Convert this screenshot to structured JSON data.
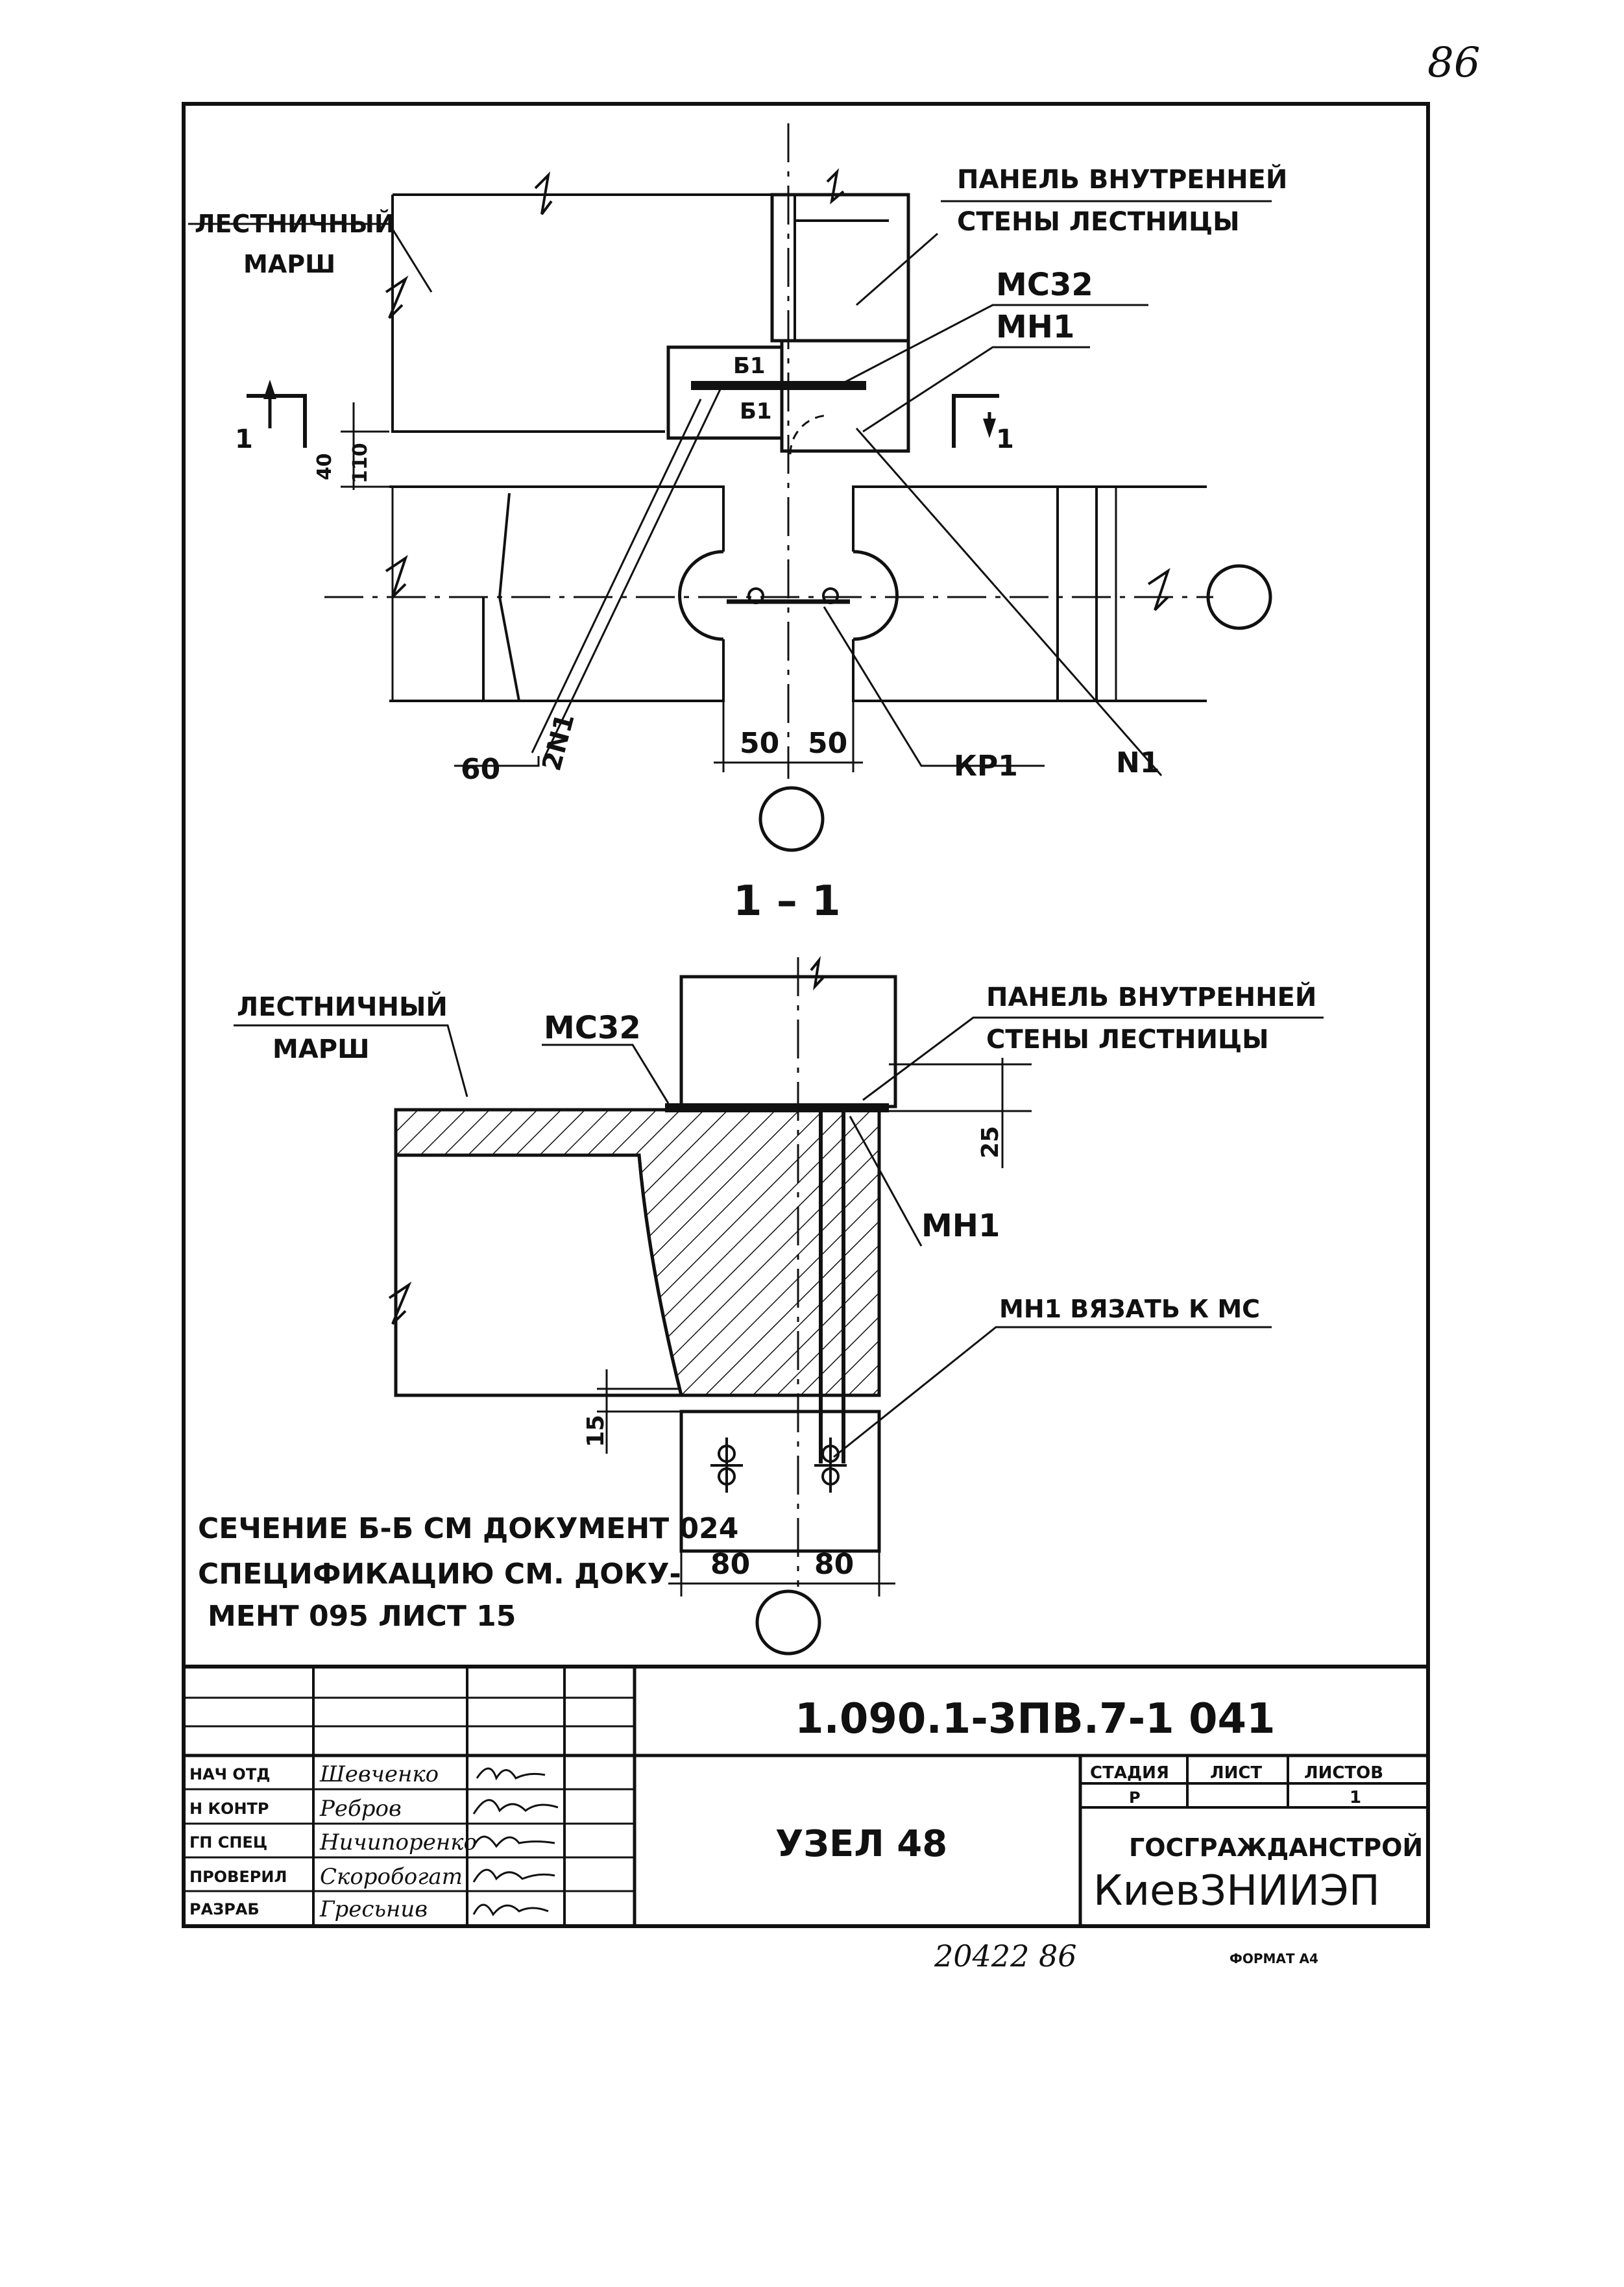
{
  "page": {
    "corner_mark": "86",
    "bottom_code": "20422  86",
    "format": "ФОРМАТ А4"
  },
  "plan": {
    "stair_flight": [
      "ЛЕСТНИЧНЫЙ",
      "МАРШ"
    ],
    "wall_panel": [
      "ПАНЕЛЬ ВНУТРЕННЕЙ",
      "СТЕНЫ ЛЕСТНИЦЫ"
    ],
    "mc": "МС32",
    "mn": "МН1",
    "b1_top": "Б1",
    "b1_bottom": "Б1",
    "section_mark": "1",
    "dim_40": "40",
    "dim_110": "110",
    "dim_50_left": "50",
    "dim_50_right": "50",
    "dim_60": "60",
    "label_2n1": "2N1",
    "label_kr1": "КР1",
    "label_n1": "N1"
  },
  "section": {
    "title": "1 – 1",
    "stair_flight": [
      "ЛЕСТНИЧНЫЙ",
      "МАРШ"
    ],
    "mc": "МС32",
    "wall_panel": [
      "ПАНЕЛЬ ВНУТРЕННЕЙ",
      "СТЕНЫ ЛЕСТНИЦЫ"
    ],
    "dim_25": "25",
    "mn": "МН1",
    "mn_note": "МН1 ВЯЗАТЬ К МС",
    "dim_15": "15",
    "dim_80_left": "80",
    "dim_80_right": "80"
  },
  "notes": [
    "СЕЧЕНИЕ Б-Б СМ ДОКУМЕНТ 024",
    "СПЕЦИФИКАЦИЮ СМ. ДОКУ-",
    "МЕНТ 095 ЛИСТ 15"
  ],
  "title_block": {
    "doc_number": "1.090.1-3ПВ.7-1  041",
    "title": "УЗЕЛ 48",
    "stage_header": "СТАДИЯ",
    "sheet_header": "ЛИСТ",
    "sheets_header": "ЛИСТОВ",
    "stage": "Р",
    "sheets": "1",
    "org_line1": "ГОСГРАЖДАНСТРОЙ",
    "org_line2": "КиевЗНИИЭП",
    "signatures": [
      {
        "role": "НАЧ ОТД",
        "name": "Шевченко"
      },
      {
        "role": "Н КОНТР",
        "name": "Ребров"
      },
      {
        "role": "ГП СПЕЦ",
        "name": "Ничипоренко"
      },
      {
        "role": "ПРОВЕРИЛ",
        "name": "Скоробогат"
      },
      {
        "role": "РАЗРАБ",
        "name": "Гресьнив"
      }
    ]
  }
}
